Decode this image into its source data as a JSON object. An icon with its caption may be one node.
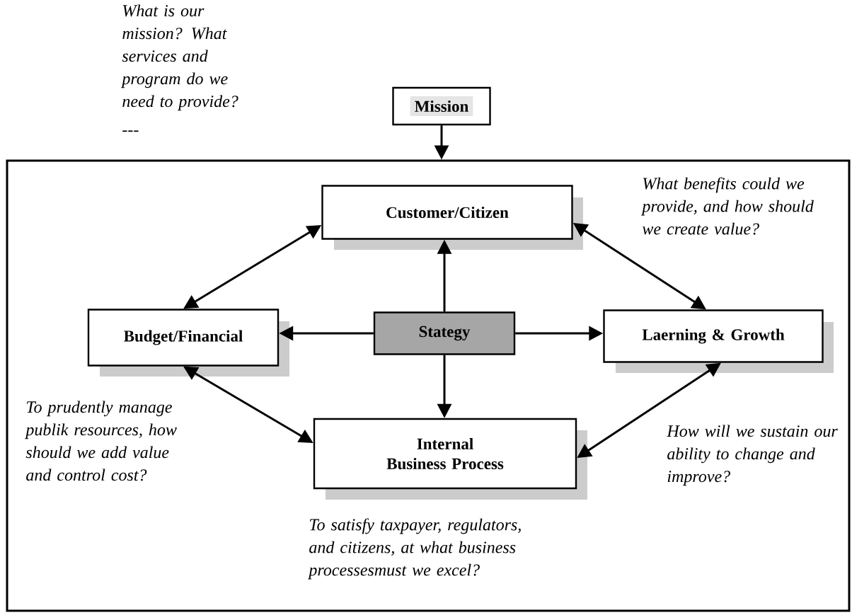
{
  "diagram": {
    "nodes": [
      {
        "text": [
          "Mission"
        ]
      },
      {
        "text": [],
        "shape": "box"
      },
      {
        "text": [
          "Customer/Citizen"
        ],
        "in": 1
      },
      {
        "text": [
          "Budget/Financial"
        ],
        "in": 1
      },
      {
        "text": [
          "Stategy"
        ],
        "in": 1
      },
      {
        "text": [
          "Laerning & Growth"
        ],
        "in": 1
      },
      {
        "text": [
          "Internal Business Process"
        ],
        "in": 1
      }
    ],
    "edges": [
      {
        "from": 0,
        "to": 1,
        "arrow": "to"
      },
      {
        "from": 4,
        "to": 2,
        "arrow": "to"
      },
      {
        "from": 4,
        "to": 3,
        "arrow": "to"
      },
      {
        "from": 4,
        "to": 5,
        "arrow": "to"
      },
      {
        "from": 4,
        "to": 6,
        "arrow": "to"
      },
      {
        "from": 2,
        "to": 3,
        "arrow": "both"
      },
      {
        "from": 2,
        "to": 5,
        "arrow": "both"
      },
      {
        "from": 3,
        "to": 6,
        "arrow": "both"
      },
      {
        "from": 6,
        "to": 5,
        "arrow": "both"
      }
    ],
    "labels": [
      "What is our mission? What services and program do we need to provide?",
      "---",
      "What benefits could we provide, and how should we create value?",
      "To prudently manage publik resources, how should we add value and control cost?",
      "How will we sustain our ability to change and improve?",
      "To satisfy taxpayer, regulators, and citizens, at what business processesmust we excel?"
    ]
  }
}
